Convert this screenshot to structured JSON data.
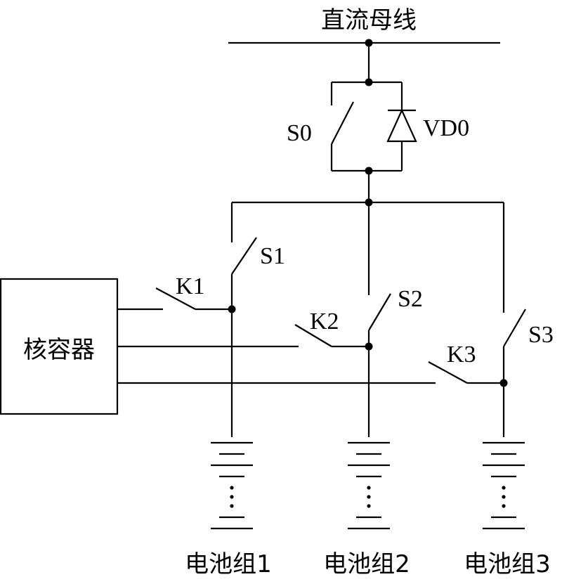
{
  "title": "直流母线",
  "switch_main": "S0",
  "diode": "VD0",
  "capacitor_box": "核容器",
  "branches": [
    {
      "switch": "S1",
      "contact": "K1",
      "battery": "电池组1"
    },
    {
      "switch": "S2",
      "contact": "K2",
      "battery": "电池组2"
    },
    {
      "switch": "S3",
      "contact": "K3",
      "battery": "电池组3"
    }
  ]
}
